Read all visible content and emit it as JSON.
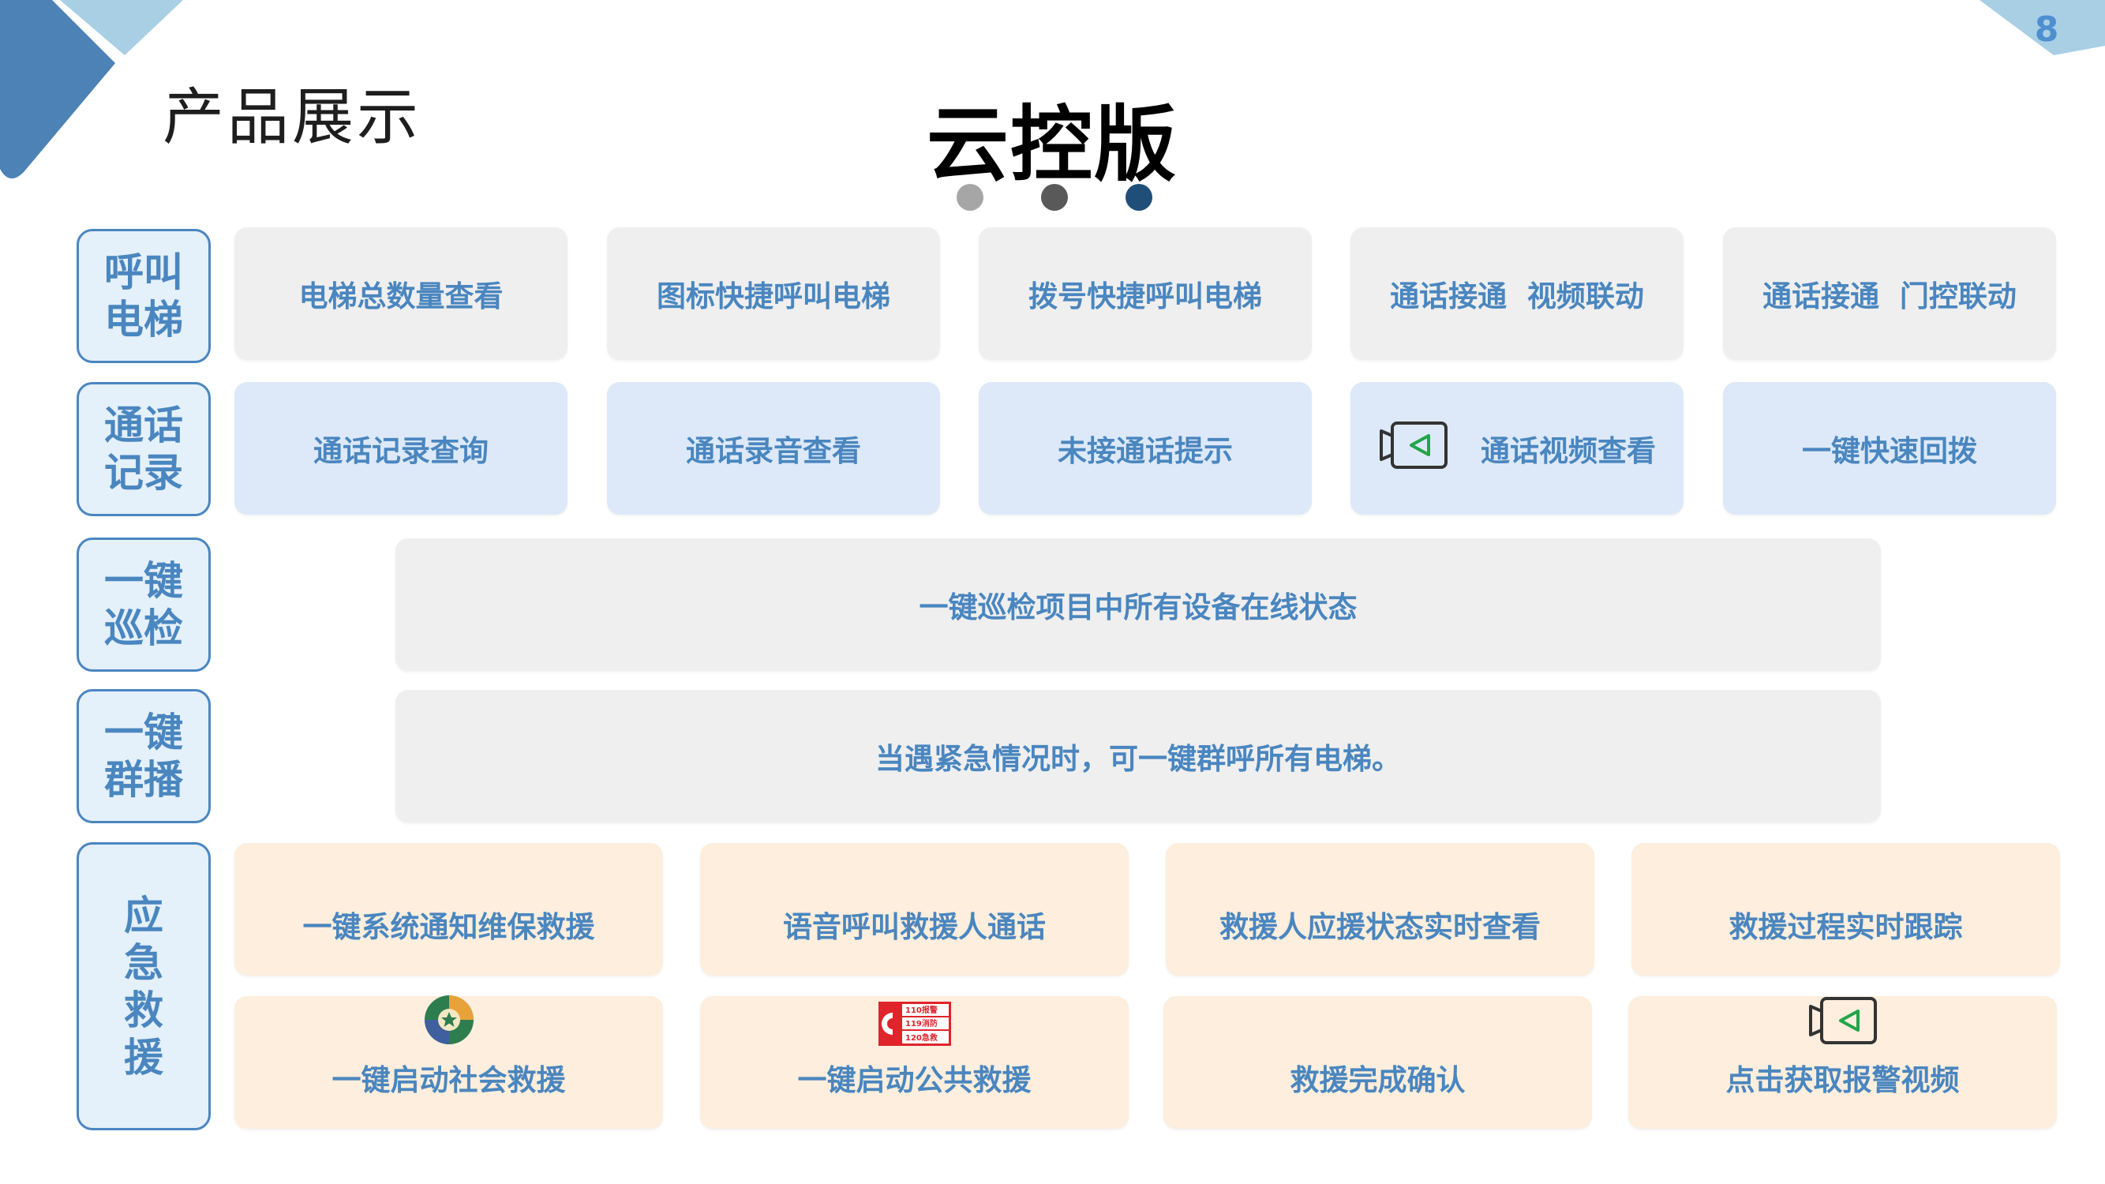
{
  "page_number": "8",
  "section_title": "产品展示",
  "main_title": "云控版",
  "pager_colors": [
    "#a6a6a6",
    "#595959",
    "#1f4e79"
  ],
  "colors": {
    "label_text": "#4a86bf",
    "label_bg": "#e4f0fa",
    "card_gray": "#efefef",
    "card_blue": "#dde9f8",
    "card_peach": "#fdeedd",
    "accent": "#3a7dbf"
  },
  "rows": {
    "call_elevator": {
      "label": "呼叫电梯",
      "cards": [
        "电梯总数量查看",
        "图标快捷呼叫电梯",
        "拨号快捷呼叫电梯",
        "通话接通  视频联动",
        "通话接通  门控联动"
      ]
    },
    "call_records": {
      "label": "通话记录",
      "cards": [
        "通话记录查询",
        "通话录音查看",
        "未接通话提示",
        "通话视频查看",
        "一键快速回拨"
      ]
    },
    "patrol": {
      "label": "一键巡检",
      "text": "一键巡检项目中所有设备在线状态"
    },
    "broadcast": {
      "label": "一键群播",
      "text": "当遇紧急情况时，可一键群呼所有电梯。"
    },
    "emergency": {
      "label": "应急救援",
      "cards_top": [
        "一键系统通知维保救援",
        "语音呼叫救援人通话",
        "救援人应援状态实时查看",
        "救援过程实时跟踪"
      ],
      "cards_bottom": [
        "一键启动社会救援",
        "一键启动公共救援",
        "救援完成确认",
        "点击获取报警视频"
      ]
    }
  },
  "icons": {
    "video": "video-camera-icon",
    "social_rescue": "social-rescue-badge-icon",
    "public_rescue": "emergency-phone-110-119-120-icon"
  },
  "public_rescue_badge_lines": [
    "110报警",
    "119消防",
    "120急救"
  ]
}
